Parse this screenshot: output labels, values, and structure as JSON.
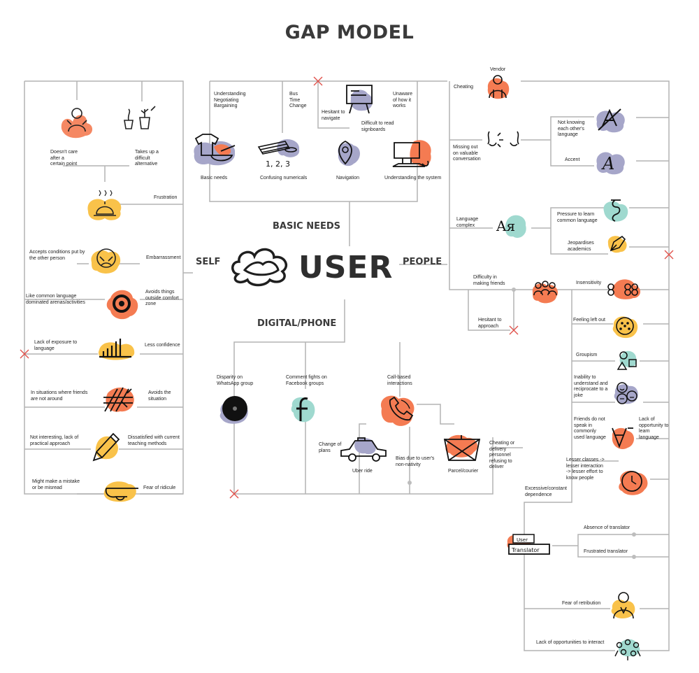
{
  "title": "GAP MODEL",
  "center": {
    "label": "USER"
  },
  "sections": {
    "basic_needs": "BASIC NEEDS",
    "self": "SELF",
    "people": "PEOPLE",
    "digital": "DIGITAL/PHONE"
  },
  "basic": {
    "understanding_negotiating": "Understanding\nNegotiating\nBargaining",
    "bus_time": "Bus\nTime\nChange",
    "hesitant_navigate": "Hesitant to\nnavigate",
    "difficult_signboards": "Difficult to read\nsignboards",
    "unaware": "Unaware\nof how it\nworks",
    "basic_needs": "Basic needs",
    "confusing_numericals": "Confusing numericals",
    "navigation": "Navigation",
    "understanding_system": "Understanding the system"
  },
  "self": {
    "doesnt_care": "Doesn't care\nafter a\ncertain point",
    "takes_up": "Takes up a\ndifficult\nalternative",
    "frustration": "Frustration",
    "accepts_conditions": "Accepts conditions put by\nthe other person",
    "embarrassment": "Embarrassment",
    "like_common": "Like common language\ndominated arenas/activities",
    "avoids_things": "Avoids things\noutside comfort\nzone",
    "lack_exposure": "Lack of exposure to\nlanguage",
    "less_confidence": "Less confidence",
    "situations_friends": "In situations where friends\nare not around",
    "avoids_situation": "Avoids the\nsituation",
    "not_interesting": "Not interesting, lack of\npractical approach",
    "dissatisfied": "Dissatisfied with current\nteaching methods",
    "might_mistake": "Might make a mistake\nor be misread",
    "fear_ridicule": "Fear of ridicule"
  },
  "people": {
    "vendor": "Vendor",
    "cheating": "Cheating",
    "not_knowing": "Not knowing\neach other's\nlanguage",
    "missing_out": "Missing out\non valuable\nconversation",
    "accent": "Accent",
    "pressure": "Pressure to learn\ncommon language",
    "language_complex": "Language\ncomplex",
    "jeopardises": "Jeopardises\nacademics",
    "difficulty_friends": "Difficulty in\nmaking friends",
    "insensitivity": "Insensitivity",
    "hesitant_approach": "Hesitant to\napproach",
    "feeling_left": "Feeling left out",
    "groupism": "Groupism",
    "inability": "Inability to\nunderstand and\nreciprocate to a\njoke",
    "friends_not_speak": "Friends do not\nspeak in\ncommonly\nused language",
    "lack_opportunity": "Lack of\nopportunity to\nlearn\nlanguage",
    "lesser_classes": "Lesser classes ->\nlesser interaction\n-> lesser effort to\nknow people",
    "excessive_dependence": "Excessive/constant\ndependence",
    "absence_translator": "Absence of translator",
    "frustrated_translator": "Frustrated translator",
    "fear_retribution": "Fear of retribution",
    "lack_opp_interact": "Lack of opportunities to interact",
    "card_user": "User",
    "card_translator": "Translator"
  },
  "digital": {
    "disparity": "Disparity on\nWhatsApp group",
    "comment_fights": "Comment fights on\nFacebook groups",
    "call_based": "Call-based\ninteractions",
    "change_plans": "Change of\nplans",
    "bias": "Bias due to user's\nnon-nativity",
    "cheating_delivery": "Cheating or\ndelivery\npersonnel\nrefusing to\ndeliver",
    "uber_ride": "Uber ride",
    "parcel": "Parcel/courier"
  },
  "icon_digits": "1, 2, 3",
  "accent_letter": "A",
  "aya_letters": "Aя",
  "colors": {
    "orange": "#f47b52",
    "yellow": "#f9c24a",
    "teal": "#9fd9cf",
    "lavender": "#a6a6c9",
    "line": "#b3b3b3",
    "cross": "#e0524b",
    "text": "#3a3a3a"
  }
}
